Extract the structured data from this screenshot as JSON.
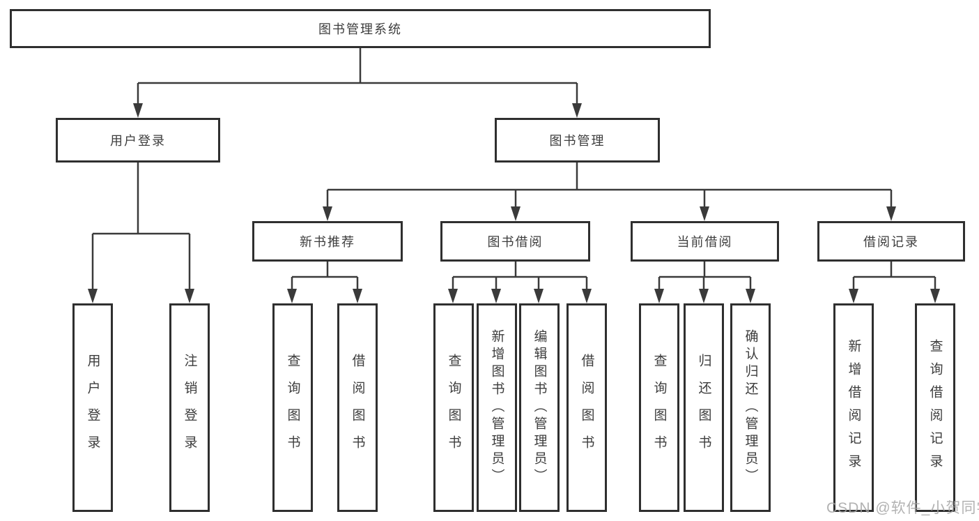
{
  "nodes": {
    "root": {
      "label": "图书管理系统"
    },
    "user_login": {
      "label": "用户登录"
    },
    "book_mgmt": {
      "label": "图书管理"
    },
    "new_book_rec": {
      "label": "新书推荐"
    },
    "book_borrow": {
      "label": "图书借阅"
    },
    "current_borrow": {
      "label": "当前借阅"
    },
    "borrow_record": {
      "label": "借阅记录"
    },
    "leaf_user_login": {
      "label": "用户登录"
    },
    "leaf_logout": {
      "label": "注销登录"
    },
    "leaf_rec_query": {
      "label": "查询图书"
    },
    "leaf_rec_borrow": {
      "label": "借阅图书"
    },
    "leaf_bb_query": {
      "label": "查询图书"
    },
    "leaf_bb_add": {
      "label": "新增图书（管理员）"
    },
    "leaf_bb_edit": {
      "label": "编辑图书（管理员）"
    },
    "leaf_bb_borrow": {
      "label": "借阅图书"
    },
    "leaf_cb_query": {
      "label": "查询图书"
    },
    "leaf_cb_return": {
      "label": "归还图书"
    },
    "leaf_cb_confirm": {
      "label": "确认归还（管理员）"
    },
    "leaf_br_add": {
      "label": "新增借阅记录"
    },
    "leaf_br_query": {
      "label": "查询借阅记录"
    }
  },
  "watermark": {
    "text": "CSDN @软件_小贺同学"
  }
}
